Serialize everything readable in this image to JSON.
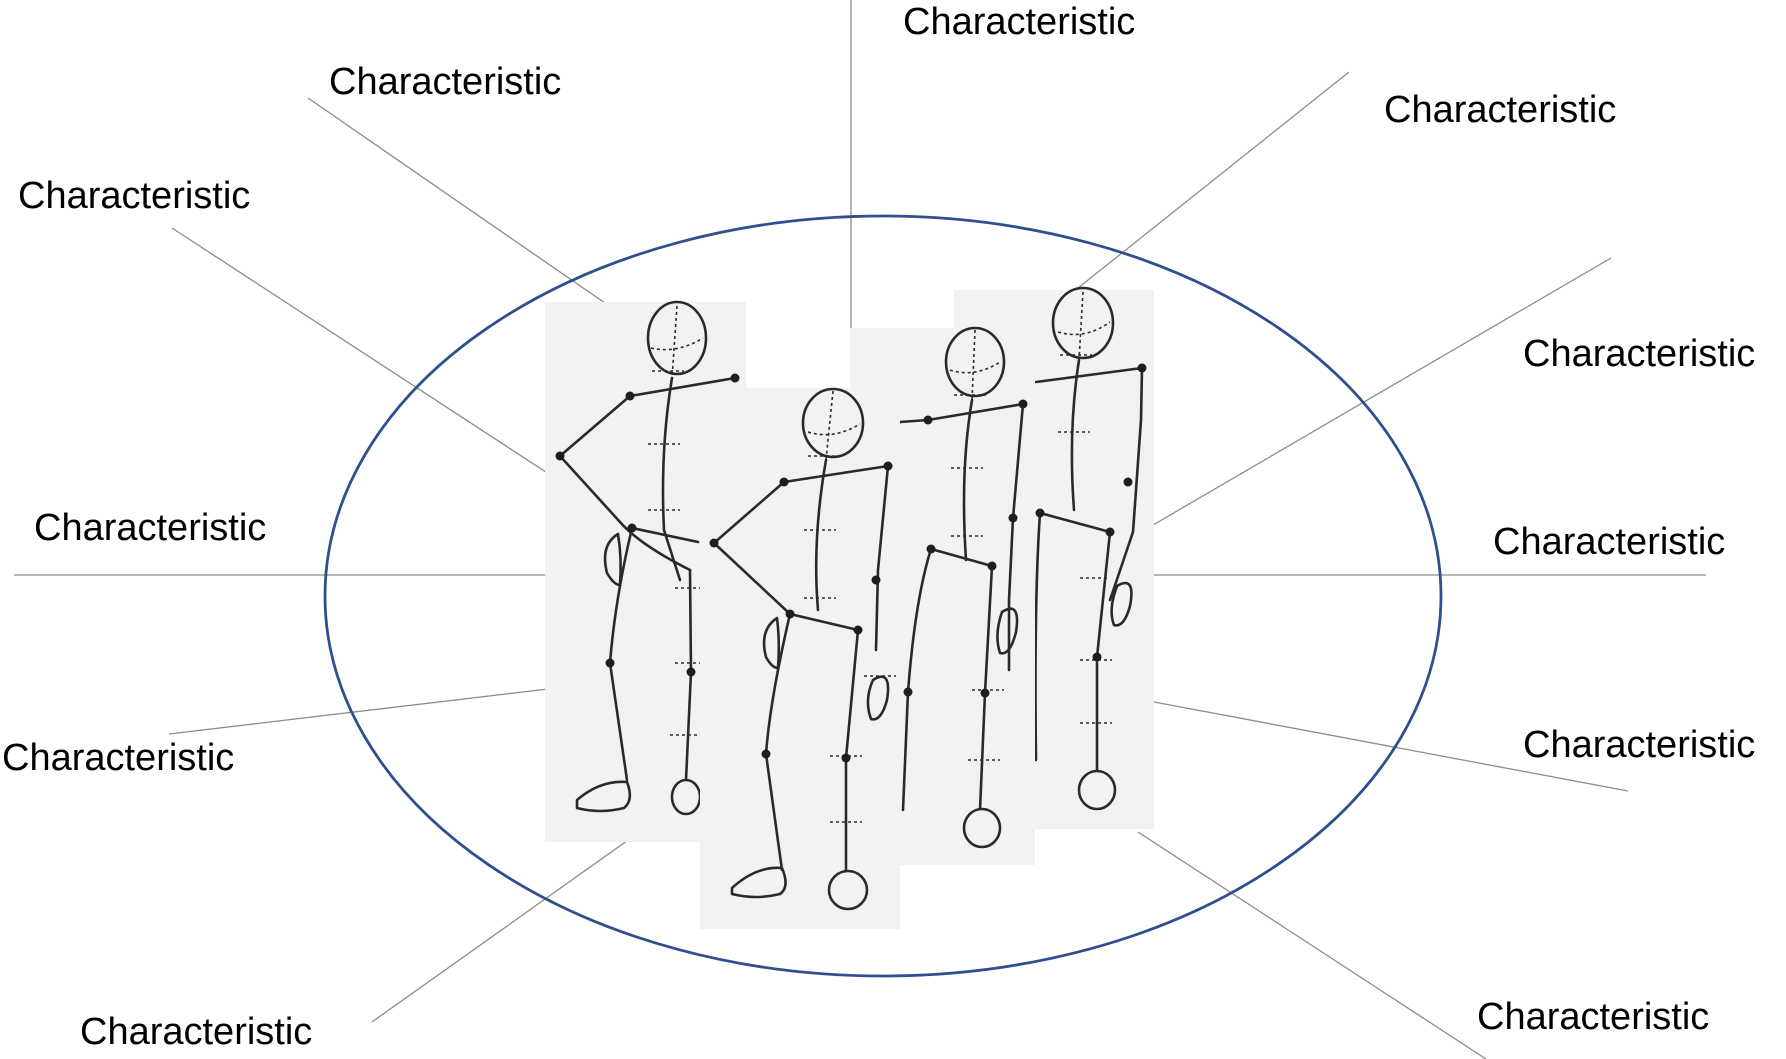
{
  "diagram": {
    "labels": [
      {
        "id": "top-center",
        "text": "Characteristic"
      },
      {
        "id": "top-left-upper",
        "text": "Characteristic"
      },
      {
        "id": "top-right-upper",
        "text": "Characteristic"
      },
      {
        "id": "left-upper",
        "text": "Characteristic"
      },
      {
        "id": "right-upper",
        "text": "Characteristic"
      },
      {
        "id": "left-middle",
        "text": "Characteristic"
      },
      {
        "id": "right-middle",
        "text": "Characteristic"
      },
      {
        "id": "left-lower",
        "text": "Characteristic"
      },
      {
        "id": "right-lower",
        "text": "Characteristic"
      },
      {
        "id": "bottom-left",
        "text": "Characteristic"
      },
      {
        "id": "bottom-right",
        "text": "Characteristic"
      }
    ],
    "colors": {
      "ellipse": "#2f4f8f",
      "leader_lines": "#8c8c8c",
      "figure_panel": "#f2f2f2",
      "text": "#000000"
    }
  }
}
